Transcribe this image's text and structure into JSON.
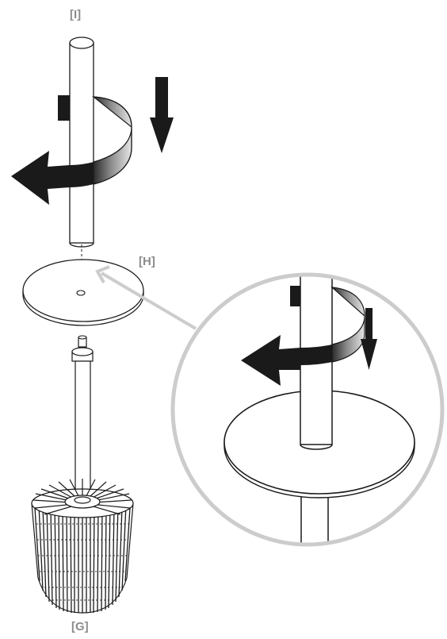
{
  "labels": {
    "handle": "[I]",
    "disc": "[H]",
    "brush": "[G]"
  },
  "colors": {
    "line": "#1a1a1a",
    "label": "#8c8c8c",
    "callout": "#cccccc",
    "arrow": "#1a1a1a"
  },
  "icons": {
    "rotate": "rotate-counterclockwise-arrow-icon",
    "down": "arrow-down-icon",
    "pointer": "pointer-arrow-icon"
  }
}
